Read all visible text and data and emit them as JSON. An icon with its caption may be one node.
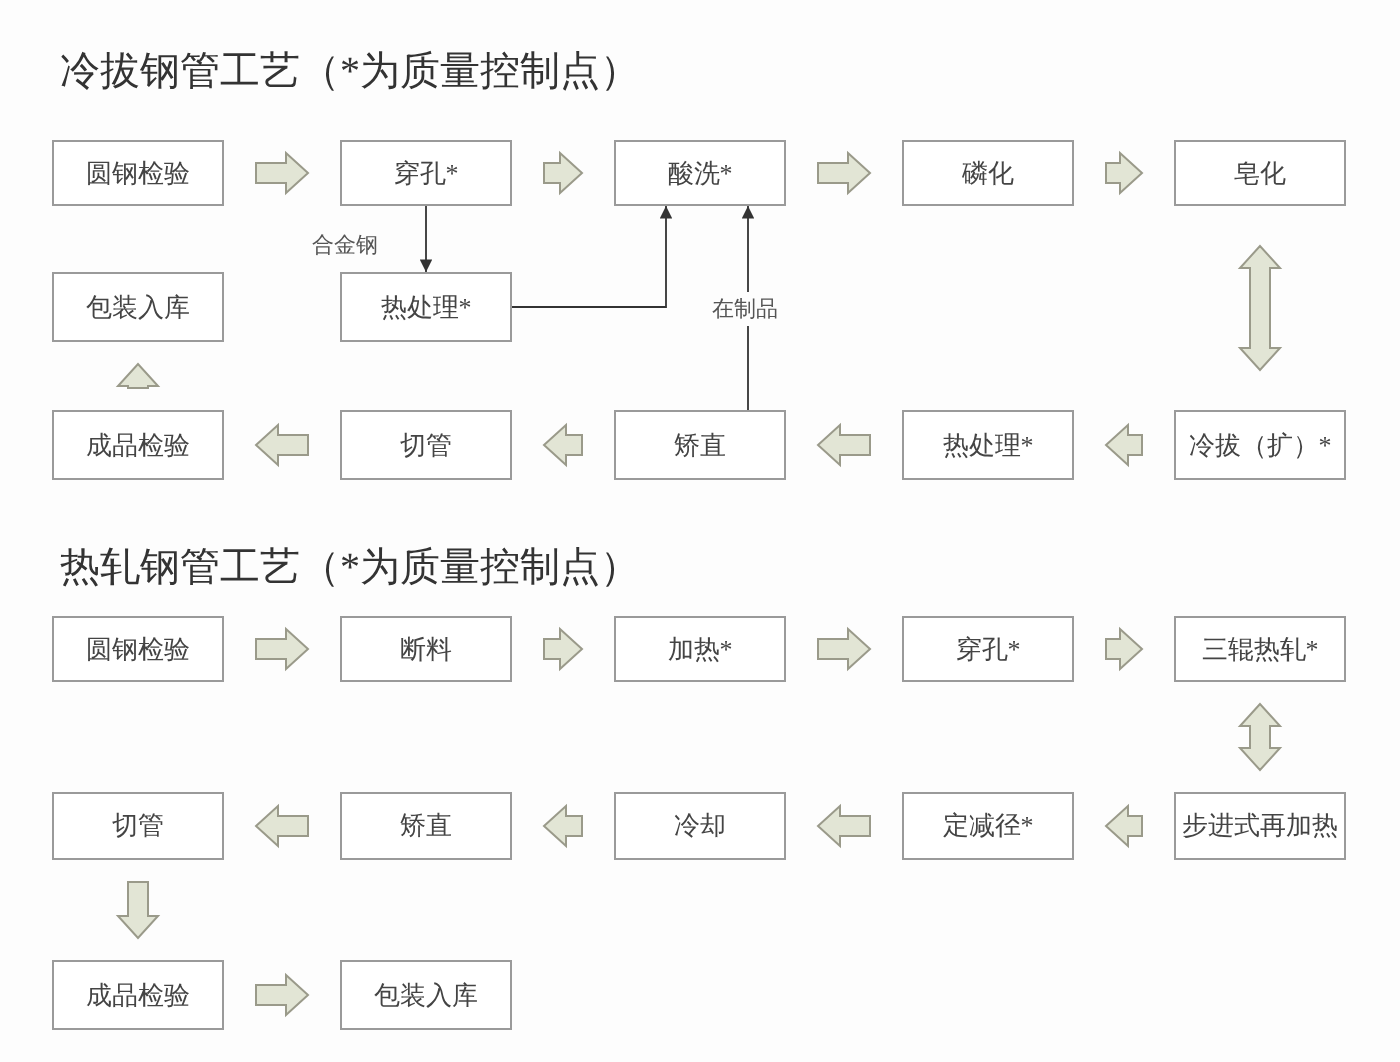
{
  "diagram": {
    "title": "冷拔钢管工艺（*为质量控制点）",
    "nodes": [
      {
        "text": [
          "圆钢检验"
        ]
      },
      {
        "text": [
          "穿孔*"
        ]
      },
      {
        "text": [
          "酸洗*"
        ]
      },
      {
        "text": [
          "磷化"
        ]
      },
      {
        "text": [
          "皂化"
        ]
      },
      {
        "text": [
          "包装入库"
        ]
      },
      {
        "text": [
          "热处理*"
        ]
      },
      {
        "text": [
          "成品检验"
        ]
      },
      {
        "text": [
          "切管"
        ]
      },
      {
        "text": [
          "矫直"
        ]
      },
      {
        "text": [
          "热处理*"
        ]
      },
      {
        "text": [
          "冷拔（扩）*"
        ]
      },
      {
        "text": [
          "圆钢检验"
        ]
      },
      {
        "text": [
          "断料"
        ]
      },
      {
        "text": [
          "加热*"
        ]
      },
      {
        "text": [
          "穿孔*"
        ]
      },
      {
        "text": [
          "三辊热轧*"
        ]
      },
      {
        "text": [
          "切管"
        ]
      },
      {
        "text": [
          "矫直"
        ]
      },
      {
        "text": [
          "冷却"
        ]
      },
      {
        "text": [
          "定减径*"
        ]
      },
      {
        "text": [
          "步进式再加热"
        ]
      },
      {
        "text": [
          "成品检验"
        ]
      },
      {
        "text": [
          "包装入库"
        ]
      }
    ],
    "edges": [
      {
        "from": 0,
        "to": 1,
        "arrow": "to"
      },
      {
        "from": 1,
        "to": 2,
        "arrow": "to"
      },
      {
        "from": 2,
        "to": 3,
        "arrow": "to"
      },
      {
        "from": 3,
        "to": 4,
        "arrow": "to"
      },
      {
        "from": 4,
        "to": 11,
        "arrow": "both"
      },
      {
        "from": 11,
        "to": 10,
        "arrow": "to"
      },
      {
        "from": 10,
        "to": 9,
        "arrow": "to"
      },
      {
        "from": 9,
        "to": 8,
        "arrow": "to"
      },
      {
        "from": 8,
        "to": 7,
        "arrow": "to"
      },
      {
        "from": 7,
        "to": 5,
        "arrow": "to"
      },
      {
        "from": 1,
        "to": 6,
        "arrow": "to",
        "label": "合金钢",
        "color": "#333333"
      },
      {
        "from": 6,
        "to": 2,
        "arrow": "to",
        "color": "#333333"
      },
      {
        "from": 9,
        "to": 2,
        "arrow": "to",
        "label": "在制品",
        "color": "#333333"
      },
      {
        "from": 12,
        "to": 13,
        "arrow": "to"
      },
      {
        "from": 13,
        "to": 14,
        "arrow": "to"
      },
      {
        "from": 14,
        "to": 15,
        "arrow": "to"
      },
      {
        "from": 15,
        "to": 16,
        "arrow": "to"
      },
      {
        "from": 16,
        "to": 21,
        "arrow": "both"
      },
      {
        "from": 21,
        "to": 20,
        "arrow": "to"
      },
      {
        "from": 20,
        "to": 19,
        "arrow": "to"
      },
      {
        "from": 19,
        "to": 18,
        "arrow": "to"
      },
      {
        "from": 18,
        "to": 17,
        "arrow": "to"
      },
      {
        "from": 17,
        "to": 22,
        "arrow": "to"
      },
      {
        "from": 22,
        "to": 23,
        "arrow": "to"
      }
    ],
    "labels": [
      "热轧钢管工艺（*为质量控制点）"
    ]
  }
}
